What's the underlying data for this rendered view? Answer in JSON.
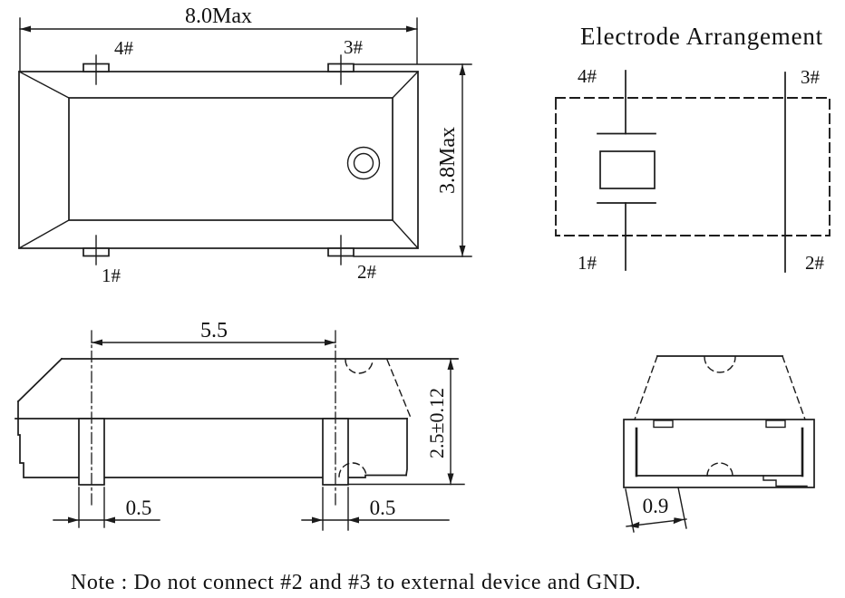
{
  "colors": {
    "line": "#1b1b1b",
    "background": "#ffffff"
  },
  "top_view": {
    "dim_width": "8.0Max",
    "dim_height": "3.8Max",
    "labels": {
      "p4": "4#",
      "p3": "3#",
      "p1": "1#",
      "p2": "2#"
    }
  },
  "electrode_arrangement": {
    "title": "Electrode Arrangement",
    "labels": {
      "p4": "4#",
      "p3": "3#",
      "p1": "1#",
      "p2": "2#"
    }
  },
  "side_view": {
    "dim_pad_span": "5.5",
    "dim_height": "2.5±0.12",
    "dim_pin_left": "0.5",
    "dim_pin_right": "0.5"
  },
  "end_view": {
    "dim_lead": "0.9"
  },
  "note": "Note : Do not connect #2 and #3 to external device and GND."
}
